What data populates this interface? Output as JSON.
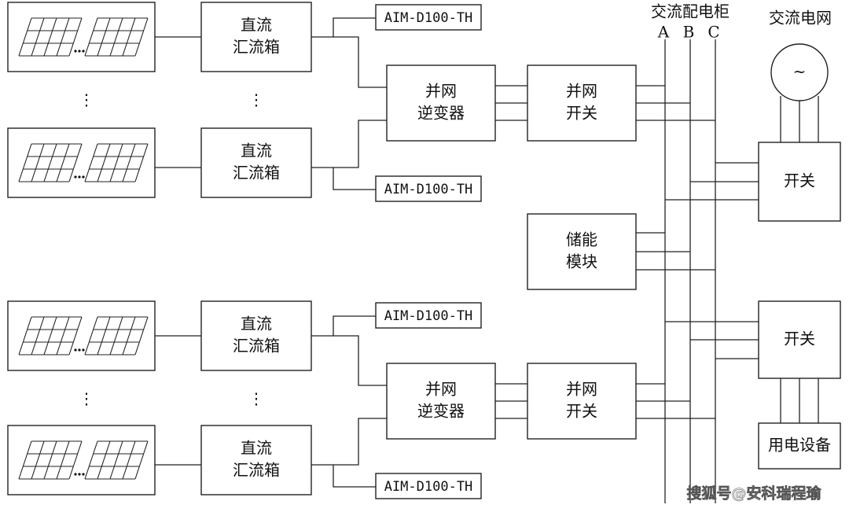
{
  "pv_module_label": "",
  "combiner_label": [
    "直流",
    "汇流箱"
  ],
  "monitor_label": "AIM-D100-TH",
  "inverter_label": [
    "并网",
    "逆变器"
  ],
  "grid_switch_label": [
    "并网",
    "开关"
  ],
  "storage_label": [
    "储能",
    "模块"
  ],
  "ac_cabinet_title": "交流配电柜",
  "phase_labels": [
    "A",
    "B",
    "C"
  ],
  "ac_grid_title": "交流电网",
  "ac_grid_symbol": "~",
  "switch_label": "开关",
  "load_label": "用电设备",
  "ellipsis_dots": "⋮",
  "watermark": "搜狐号@安科瑞程瑜"
}
